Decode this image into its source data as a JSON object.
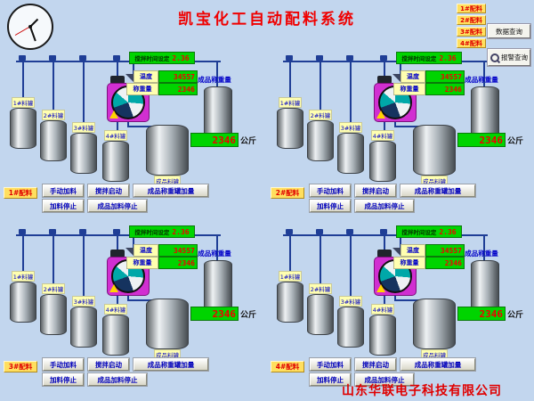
{
  "title": "凯宝化工自动配料系统",
  "company": "山东华联电子科技有限公司",
  "colors": {
    "background": "#c2d6ee",
    "title": "#f00000",
    "pipe": "#1f3e96",
    "display_bg": "#00d400",
    "digit": "#f00000",
    "mixer": "#d12fd1",
    "button_text": "#0000bb"
  },
  "corner": {
    "station_buttons": [
      "1#配料",
      "2#配料",
      "3#配料",
      "4#配料"
    ],
    "data_query": "数据查询",
    "alarm_query": "报警查询"
  },
  "stations": [
    {
      "name": "1#配料",
      "stir": {
        "label": "搅拌时间设定",
        "value": "2.36"
      },
      "temp": {
        "label": "温度",
        "value": "34557"
      },
      "weight": {
        "label": "称重量",
        "value": "2346"
      },
      "product": {
        "label": "成品称重量",
        "value": "2346",
        "unit": "公斤"
      },
      "tanks": [
        "1#料罐",
        "2#料罐",
        "3#料罐",
        "4#料罐"
      ],
      "product_tank": "成品料罐",
      "buttons": {
        "manual": "手动加料",
        "stir_start": "搅拌启动",
        "product_add": "成品称重罐加量",
        "feed_stop": "加料停止",
        "product_stop": "成品加料停止"
      }
    },
    {
      "name": "2#配料",
      "stir": {
        "label": "搅拌时间设定",
        "value": "2.36"
      },
      "temp": {
        "label": "温度",
        "value": "34557"
      },
      "weight": {
        "label": "称重量",
        "value": "2346"
      },
      "product": {
        "label": "成品称重量",
        "value": "2346",
        "unit": "公斤"
      },
      "tanks": [
        "1#料罐",
        "2#料罐",
        "3#料罐",
        "4#料罐"
      ],
      "product_tank": "成品料罐",
      "buttons": {
        "manual": "手动加料",
        "stir_start": "搅拌启动",
        "product_add": "成品称重罐加量",
        "feed_stop": "加料停止",
        "product_stop": "成品加料停止"
      }
    },
    {
      "name": "3#配料",
      "stir": {
        "label": "搅拌时间设定",
        "value": "2.36"
      },
      "temp": {
        "label": "温度",
        "value": "34557"
      },
      "weight": {
        "label": "称重量",
        "value": "2346"
      },
      "product": {
        "label": "成品称重量",
        "value": "2346",
        "unit": "公斤"
      },
      "tanks": [
        "1#料罐",
        "2#料罐",
        "3#料罐",
        "4#料罐"
      ],
      "product_tank": "成品料罐",
      "buttons": {
        "manual": "手动加料",
        "stir_start": "搅拌启动",
        "product_add": "成品称重罐加量",
        "feed_stop": "加料停止",
        "product_stop": "成品加料停止"
      }
    },
    {
      "name": "4#配料",
      "stir": {
        "label": "搅拌时间设定",
        "value": "2.36"
      },
      "temp": {
        "label": "温度",
        "value": "34557"
      },
      "weight": {
        "label": "称重量",
        "value": "2346"
      },
      "product": {
        "label": "成品称重量",
        "value": "2346",
        "unit": "公斤"
      },
      "tanks": [
        "1#料罐",
        "2#料罐",
        "3#料罐",
        "4#料罐"
      ],
      "product_tank": "成品料罐",
      "buttons": {
        "manual": "手动加料",
        "stir_start": "搅拌启动",
        "product_add": "成品称重罐加量",
        "feed_stop": "加料停止",
        "product_stop": "成品加料停止"
      }
    }
  ]
}
